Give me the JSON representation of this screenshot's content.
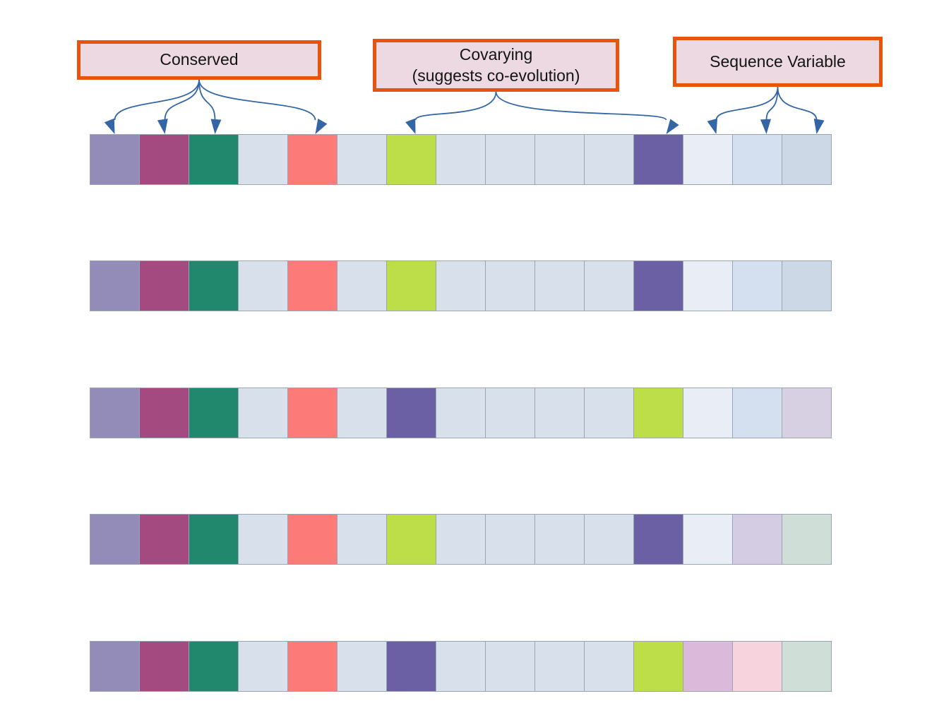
{
  "labels": {
    "conserved": {
      "text": "Conserved"
    },
    "covarying": {
      "line1": "Covarying",
      "line2": "(suggests co-evolution)"
    },
    "sequence_variable": {
      "text": "Sequence Variable"
    }
  },
  "colors": {
    "background": "#ffffff",
    "label_fill": "#ecd9e1",
    "label_border": "#e8540e",
    "label_text": "#141414",
    "arrow": "#3465a4",
    "cell_border": "#9aa5b2"
  },
  "palette": {
    "lavender": "#948cb8",
    "magenta": "#a34a80",
    "teal": "#21886d",
    "light": "#d8e1eb",
    "salmon": "#fc7b78",
    "green": "#bdde48",
    "purple": "#6c60a4",
    "pale": "#e9edf5",
    "lightblue": "#d4e0ef",
    "bluegray": "#ccd8e6",
    "palelavender": "#d6d0e2",
    "lavender_soft": "#d3cce2",
    "palegreen": "#d0ded8",
    "plum": "#dab9db",
    "pink": "#f7d3dd"
  },
  "grid": {
    "columns": 15,
    "rows": [
      [
        "lavender",
        "magenta",
        "teal",
        "light",
        "salmon",
        "light",
        "green",
        "light",
        "light",
        "light",
        "light",
        "purple",
        "pale",
        "lightblue",
        "bluegray"
      ],
      [
        "lavender",
        "magenta",
        "teal",
        "light",
        "salmon",
        "light",
        "green",
        "light",
        "light",
        "light",
        "light",
        "purple",
        "pale",
        "lightblue",
        "bluegray"
      ],
      [
        "lavender",
        "magenta",
        "teal",
        "light",
        "salmon",
        "light",
        "purple",
        "light",
        "light",
        "light",
        "light",
        "green",
        "pale",
        "lightblue",
        "palelavender"
      ],
      [
        "lavender",
        "magenta",
        "teal",
        "light",
        "salmon",
        "light",
        "green",
        "light",
        "light",
        "light",
        "light",
        "purple",
        "pale",
        "lavender_soft",
        "palegreen"
      ],
      [
        "lavender",
        "magenta",
        "teal",
        "light",
        "salmon",
        "light",
        "purple",
        "light",
        "light",
        "light",
        "light",
        "green",
        "plum",
        "pink",
        "palegreen"
      ]
    ]
  },
  "annotations": [
    {
      "label_id": "conserved",
      "targets": [
        1,
        2,
        3,
        5
      ]
    },
    {
      "label_id": "covarying",
      "targets": [
        7,
        12
      ]
    },
    {
      "label_id": "sequence-variable",
      "targets": [
        13,
        14,
        15
      ]
    }
  ]
}
